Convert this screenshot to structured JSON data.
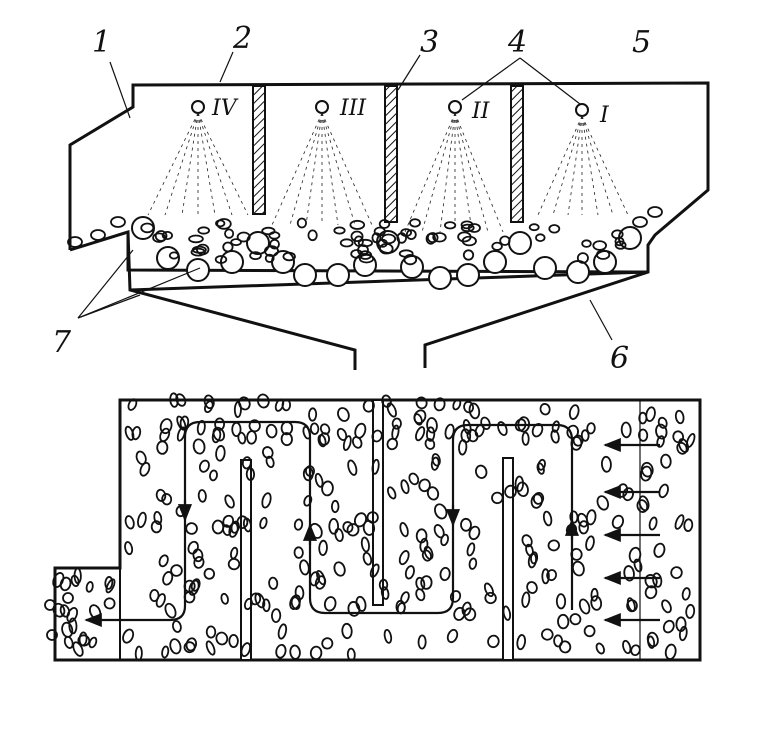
{
  "labels": {
    "n1": "1",
    "n2": "2",
    "n3": "3",
    "n4": "4",
    "n5": "5",
    "n6": "6",
    "n7": "7",
    "roman_I": "I",
    "roman_II": "II",
    "roman_III": "III",
    "roman_IV": "IV"
  }
}
